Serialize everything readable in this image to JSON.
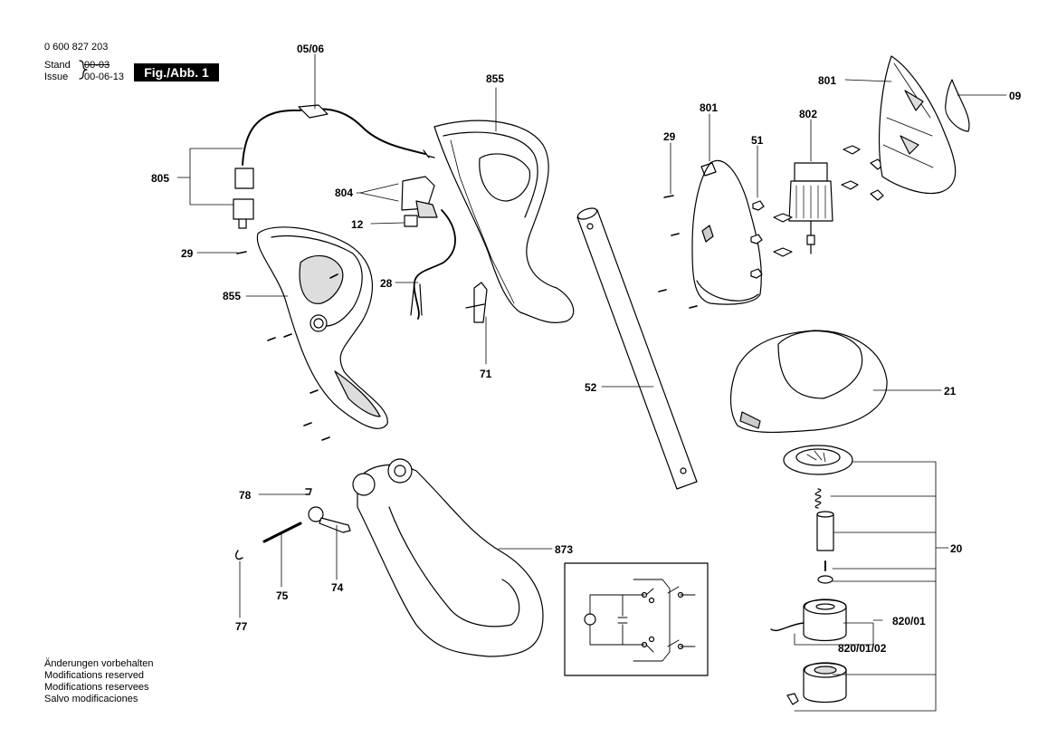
{
  "header": {
    "doc_number": "0 600 827 203",
    "stand_label": "Stand",
    "stand_value": "00-03",
    "issue_label": "Issue",
    "issue_value": "00-06-13",
    "figure": "Fig./Abb. 1"
  },
  "notes": [
    "Änderungen vorbehalten",
    "Modifications reserved",
    "Modifications reservees",
    "Salvo modificaciones"
  ],
  "part_labels": {
    "p0506": "05/06",
    "p805": "805",
    "p804": "804",
    "p12": "12",
    "p29a": "29",
    "p855a": "855",
    "p28": "28",
    "p855b": "855",
    "p71": "71",
    "p801a": "801",
    "p29b": "29",
    "p51": "51",
    "p802": "802",
    "p801b": "801",
    "p09": "09",
    "p52": "52",
    "p21": "21",
    "p78": "78",
    "p75": "75",
    "p74": "74",
    "p77": "77",
    "p873": "873",
    "p20": "20",
    "p820_01": "820/01",
    "p820_01_02": "820/01/02"
  }
}
